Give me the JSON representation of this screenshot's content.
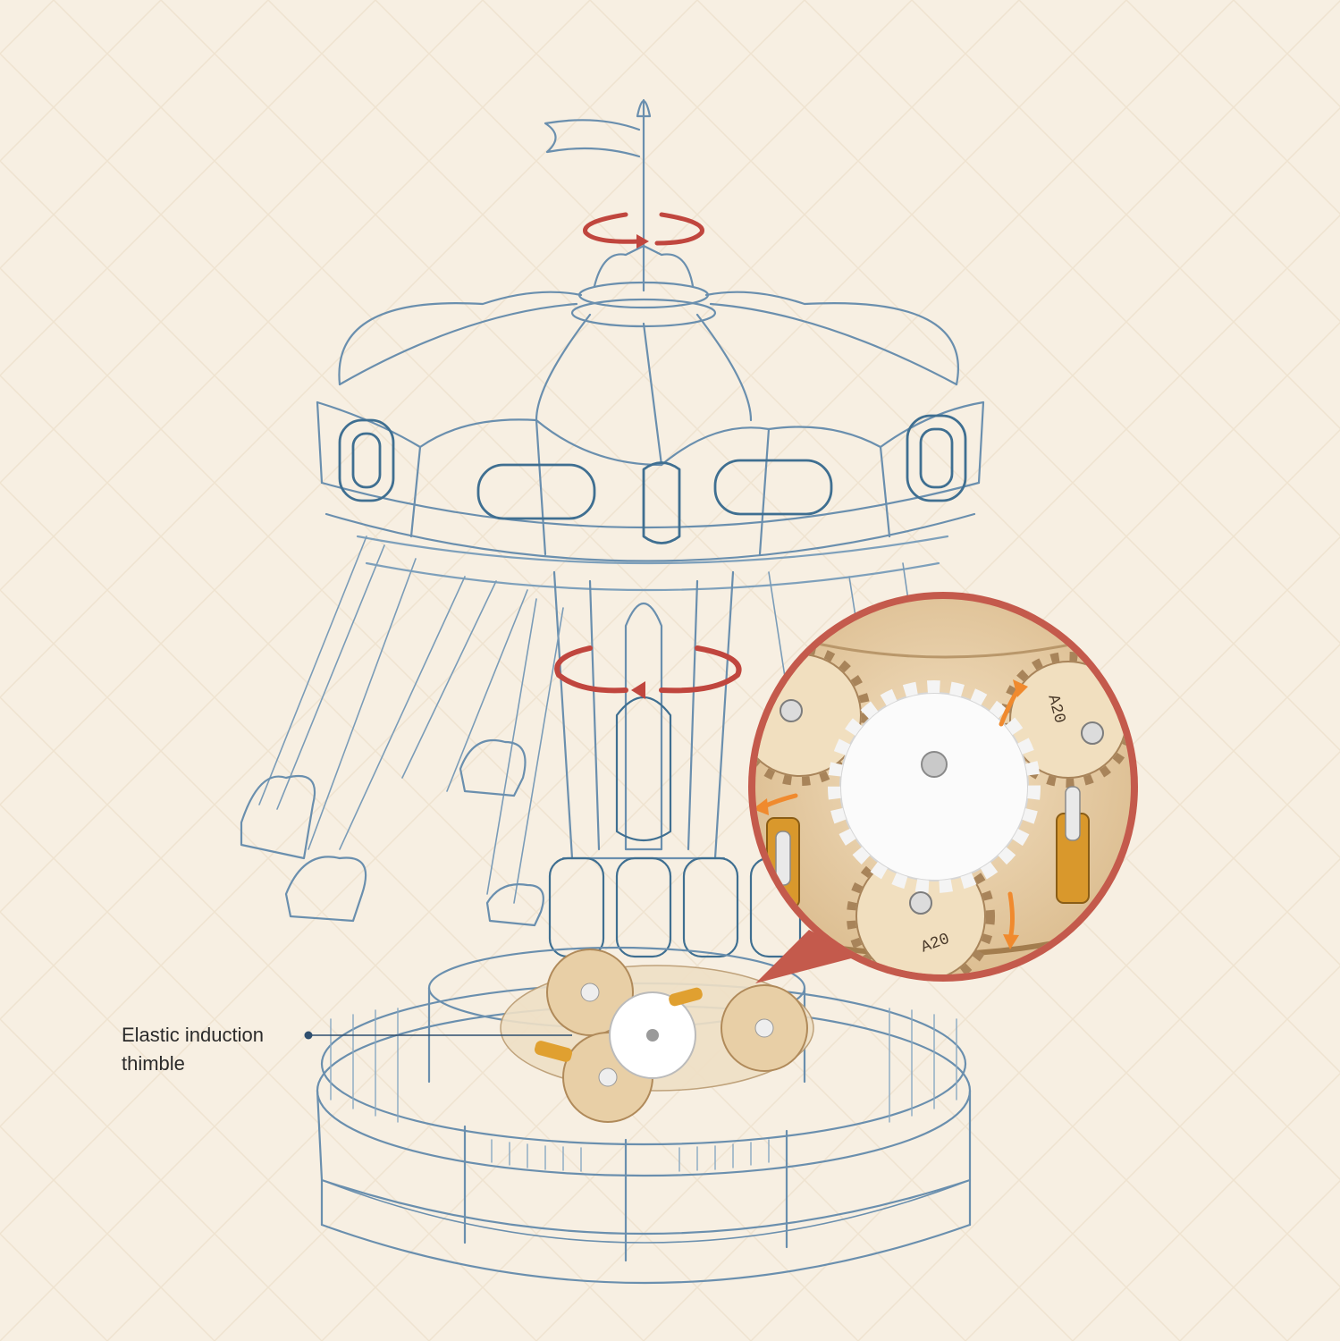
{
  "callout": {
    "line1": "Elastic induction",
    "line2": "thimble"
  },
  "zoom_inset": {
    "gear_marks": [
      "A20",
      "A20"
    ]
  },
  "colors": {
    "background": "#f7efe2",
    "line_drawing": "#5f86a6",
    "rotation_arrow": "#c0463e",
    "inset_border": "#c45a4c",
    "motion_arrow": "#f08a2e",
    "wood": "#e8cfa6"
  }
}
